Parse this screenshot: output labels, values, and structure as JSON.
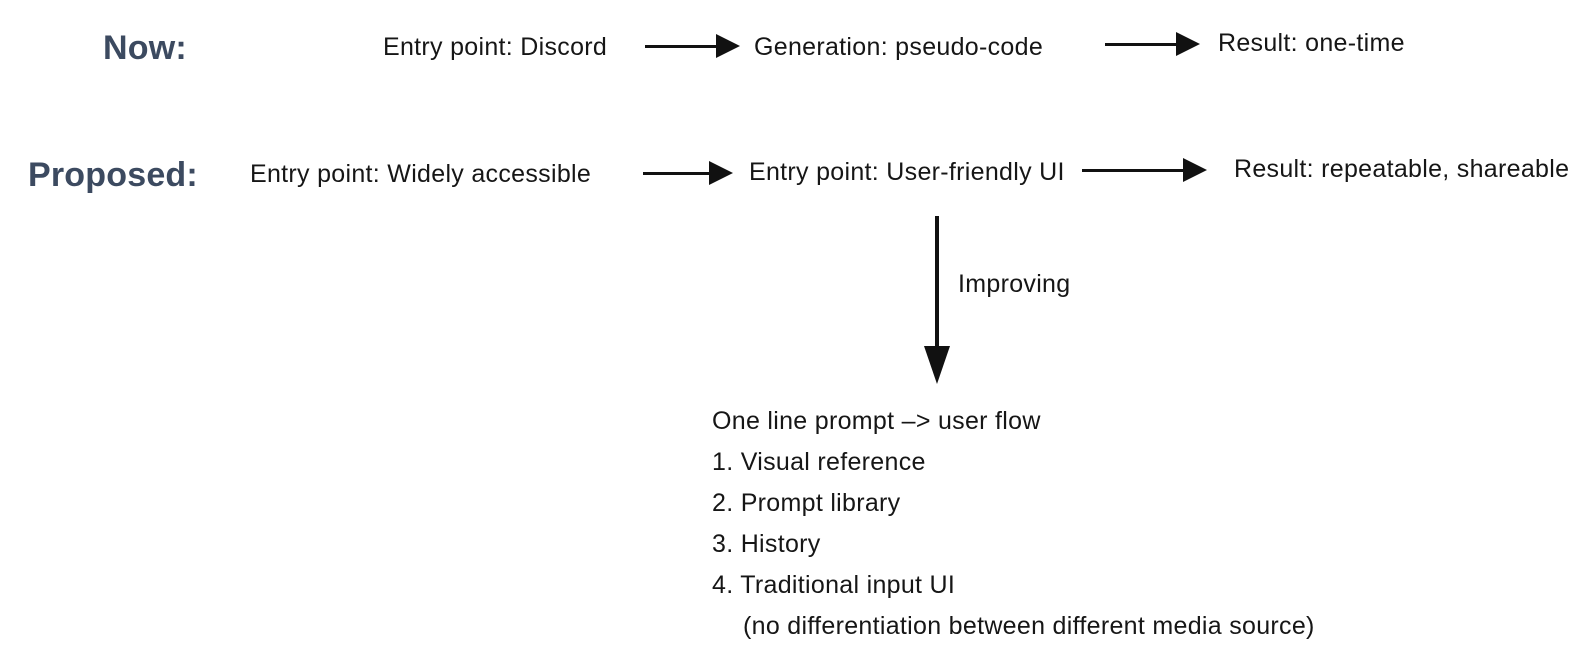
{
  "diagram": {
    "now_row": {
      "label": "Now:",
      "nodes": [
        "Entry point: Discord",
        "Generation: pseudo-code",
        "Result: one-time"
      ]
    },
    "proposed_row": {
      "label": "Proposed:",
      "nodes": [
        "Entry point: Widely accessible",
        "Entry point: User-friendly UI",
        "Result: repeatable, shareable"
      ]
    },
    "down_arrow_label": "Improving",
    "notes": {
      "title": "One line prompt –> user flow",
      "items": [
        "1. Visual reference",
        "2. Prompt library",
        "3. History",
        "4. Traditional input UI"
      ],
      "footnote": "(no differentiation between different media source)"
    },
    "colors": {
      "label_navy": "#3c4a60",
      "body_text": "#161616",
      "arrow_black": "#111111",
      "background": "#ffffff"
    }
  }
}
